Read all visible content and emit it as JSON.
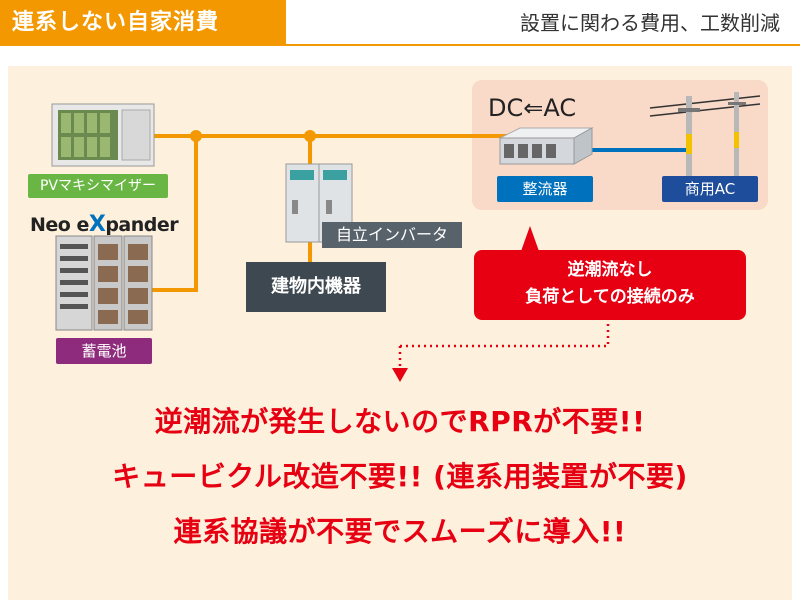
{
  "header": {
    "title": "連系しない自家消費",
    "subtitle": "設置に関わる費用、工数削減"
  },
  "diagram": {
    "pv_label": "PVマキシマイザー",
    "logo_text_1": "Neo e",
    "logo_text_x": "X",
    "logo_text_2": "pander",
    "battery_label": "蓄電池",
    "inverter_label": "自立インバータ",
    "building_label": "建物内機器",
    "dc_ac_label": "DC⇐AC",
    "rectifier_label": "整流器",
    "commercial_ac_label": "商用AC",
    "callout_line1": "逆潮流なし",
    "callout_line2": "負荷としての接続のみ"
  },
  "messages": {
    "line1": "逆潮流が発生しないのでRPRが不要!!",
    "line2": "キュービクル改造不要!! (連系用装置が不要)",
    "line3": "連系協議が不要でスムーズに導入!!"
  },
  "colors": {
    "orange": "#f39800",
    "red": "#e60012",
    "blue": "#0071bc"
  }
}
